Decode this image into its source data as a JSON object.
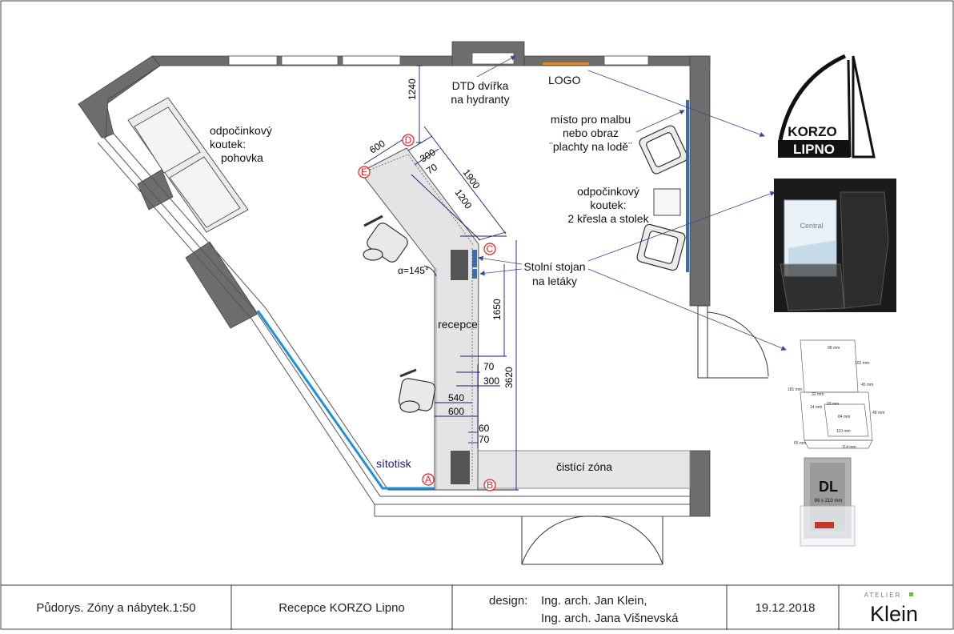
{
  "labels": {
    "sofa_corner_1": "odpočinkový",
    "sofa_corner_2": "koutek:",
    "sofa_corner_3": "pohovka",
    "hydrant_1": "DTD dvířka",
    "hydrant_2": "na hydranty",
    "logo": "LOGO",
    "painting_1": "místo pro malbu",
    "painting_2": "nebo obraz",
    "painting_3": "¨plachty na lodě¨",
    "chairs_corner_1": "odpočinkový",
    "chairs_corner_2": "koutek:",
    "chairs_corner_3": "2 křesla a stolek",
    "stand_1": "Stolní stojan",
    "stand_2": "na letáky",
    "angle": "α=145°",
    "reception": "recepce",
    "cleaning_zone": "čistící zóna",
    "screen_print": "sítotisk"
  },
  "dimensions": {
    "d1240": "1240",
    "d600_top": "600",
    "d300_top": "300",
    "d70_top": "70",
    "d1900": "1900",
    "d1200": "1200",
    "d1650": "1650",
    "d3620": "3620",
    "d70_mid": "70",
    "d300_mid": "300",
    "d540": "540",
    "d600_bot": "600",
    "d60": "60",
    "d70_bot": "70"
  },
  "markers": {
    "a": "A",
    "b": "B",
    "c": "C",
    "d": "D",
    "e": "E"
  },
  "logo_korzo": {
    "line1": "KORZO",
    "line2": "LIPNO"
  },
  "product_box": {
    "brand": "Central",
    "dl_title": "DL",
    "dl_sub": "99 x 210 mm",
    "dims": [
      "98 mm",
      "102 mm",
      "181 mm",
      "45 mm",
      "32 mm",
      "23 mm",
      "14 mm",
      "84 mm",
      "48 mm",
      "110 mm",
      "65 mm",
      "114 mm"
    ]
  },
  "title_block": {
    "plan": "Půdorys. Zóny a nábytek.1:50",
    "project": "Recepce KORZO Lipno",
    "design_label": "design:",
    "designer1": "Ing. arch. Jan Klein,",
    "designer2": "Ing. arch. Jana Višnevská",
    "date": "19.12.2018",
    "studio_small": "ATELIER",
    "studio": "Klein"
  },
  "colors": {
    "wall": "#6d6d6d",
    "dimension": "#1a1a7a",
    "marker": "#e02020",
    "screen_print": "#1e90d6",
    "logo_bar": "#e08a2e",
    "painting_bar": "#3a6ea5"
  }
}
